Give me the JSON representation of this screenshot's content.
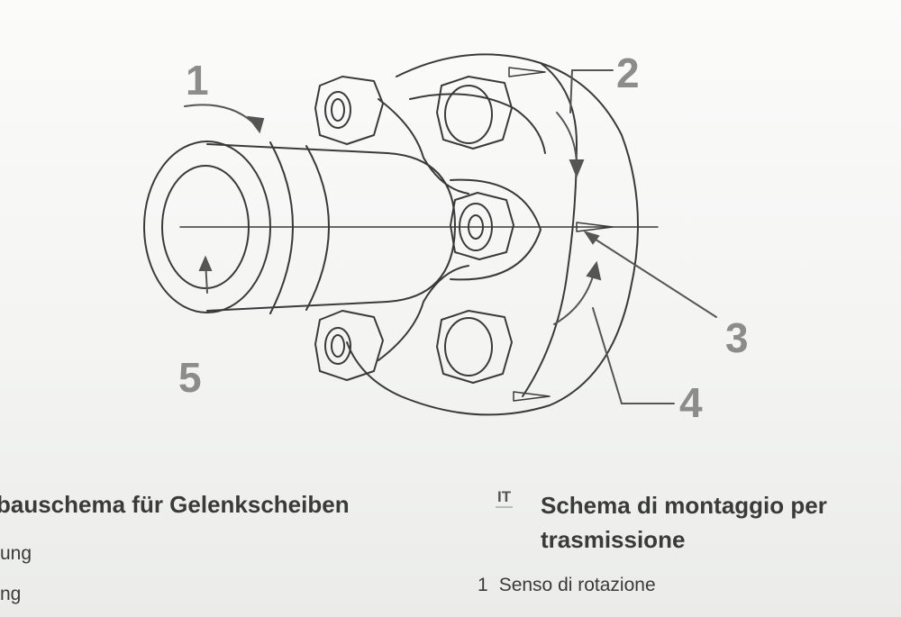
{
  "callouts": [
    "1",
    "2",
    "3",
    "4",
    "5"
  ],
  "de": {
    "heading": "bauschema für Gelenkscheiben",
    "lines": [
      "ung",
      "ng"
    ]
  },
  "it": {
    "lang_tag": "IT",
    "heading_line1": "Schema di montaggio per",
    "heading_line2": "trasmissione",
    "items": [
      {
        "number": "1",
        "text": "Senso di rotazione"
      }
    ]
  },
  "colors": {
    "line": "#3a3a3a",
    "callout": "#8c8c8a"
  }
}
